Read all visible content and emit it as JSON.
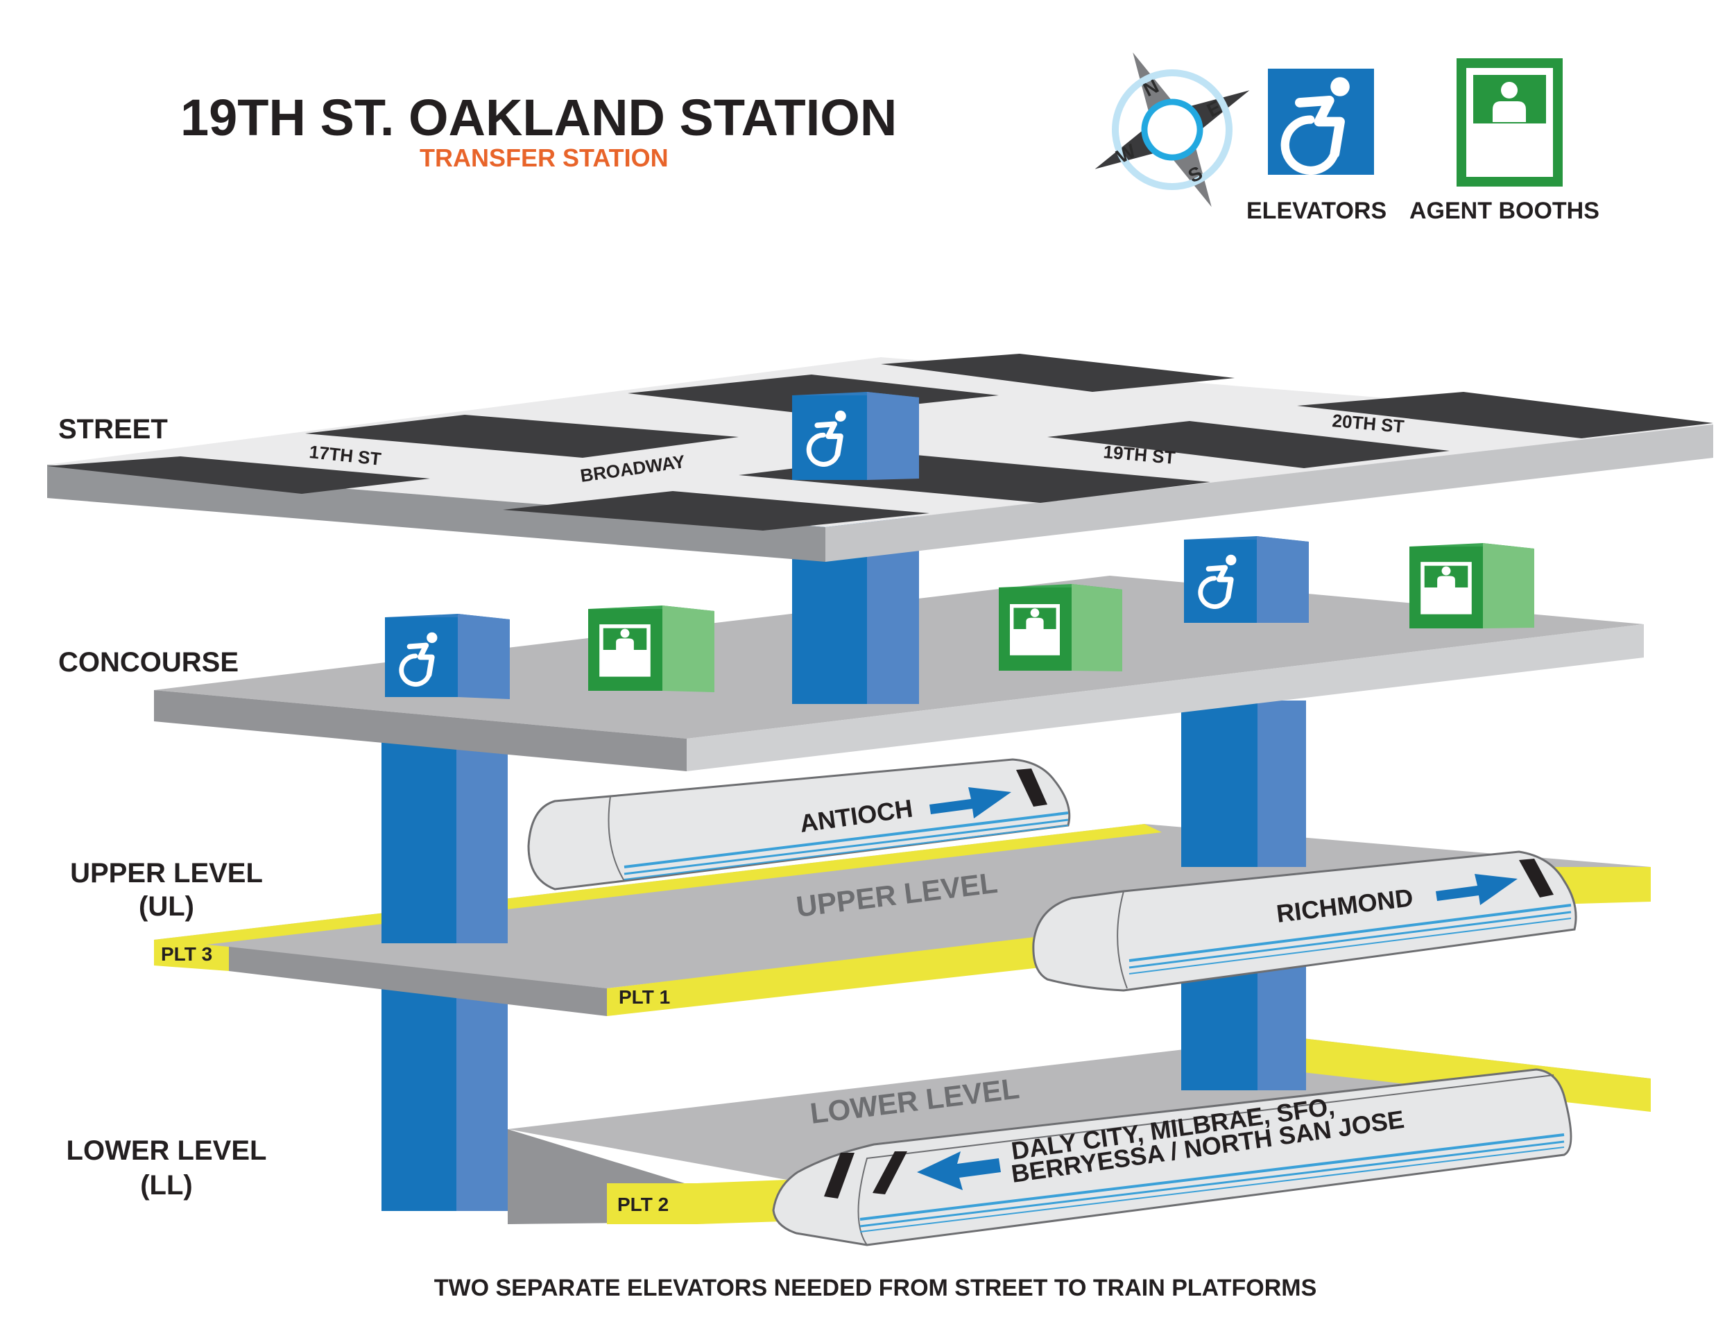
{
  "header": {
    "title": "19TH ST. OAKLAND STATION",
    "subtitle": "TRANSFER STATION"
  },
  "compass": {
    "north": "N",
    "south": "S",
    "east": "E",
    "west": "W"
  },
  "legend": {
    "elevators_label": "ELEVATORS",
    "agent_booths_label": "AGENT BOOTHS",
    "elevator_icon": "accessible-wheelchair-icon",
    "agent_booth_icon": "agent-booth-icon"
  },
  "levels": {
    "street": "STREET",
    "concourse": "CONCOURSE",
    "upper": [
      "UPPER LEVEL",
      "(UL)"
    ],
    "lower": [
      "LOWER LEVEL",
      "(LL)"
    ]
  },
  "streets": {
    "s17": "17TH ST",
    "broadway": "BROADWAY",
    "s19": "19TH ST",
    "s20": "20TH ST"
  },
  "floors": {
    "upper": "UPPER LEVEL",
    "lower": "LOWER LEVEL"
  },
  "platforms": {
    "plt1": "PLT 1",
    "plt2": "PLT 2",
    "plt3": "PLT 3"
  },
  "trains": {
    "antioch": "ANTIOCH",
    "richmond": "RICHMOND",
    "southbound": [
      "DALY CITY, MILBRAE, SFO,",
      "BERRYESSA / NORTH SAN JOSE"
    ]
  },
  "footer": "TWO SEPARATE ELEVATORS NEEDED FROM STREET TO TRAIN PLATFORMS",
  "colors": {
    "elevator_blue": "#1674bb",
    "elevator_side": "#5386c6",
    "booth_green": "#27963f",
    "booth_side": "#7bc47f",
    "platform_yellow": "#ece53a",
    "accent_orange": "#e8642a"
  }
}
